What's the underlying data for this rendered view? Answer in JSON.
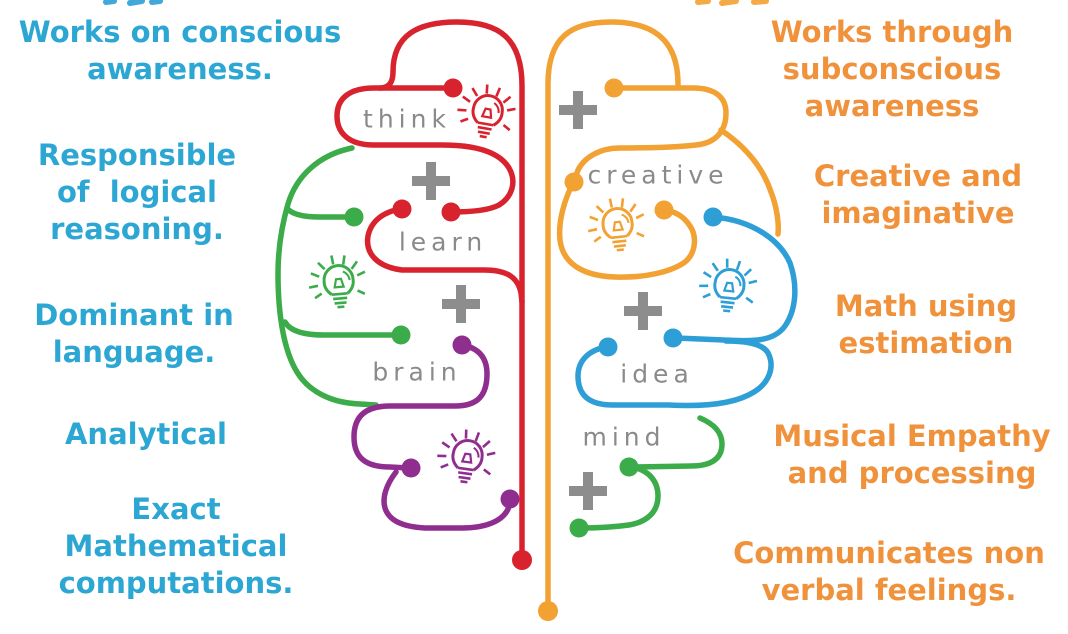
{
  "colors": {
    "left_text": "#2CA6D2",
    "right_text": "#F0923C",
    "red": "#D8232F",
    "green": "#3BAC49",
    "purple": "#8F2E8F",
    "orange": "#F2A133",
    "blue": "#2E9FD6",
    "label_gray": "#8A8A8A",
    "plus_gray": "#8D8D8D"
  },
  "left_panel": {
    "blocks": [
      {
        "lines": [
          "Works on conscious",
          "awareness."
        ]
      },
      {
        "lines": [
          "Responsible",
          "of  logical",
          "reasoning."
        ]
      },
      {
        "lines": [
          "Dominant in",
          "language."
        ]
      },
      {
        "lines": [
          "Analytical"
        ]
      },
      {
        "lines": [
          "Exact",
          "Mathematical",
          "computations."
        ]
      }
    ]
  },
  "right_panel": {
    "blocks": [
      {
        "lines": [
          "Works through",
          "subconscious",
          "awareness"
        ]
      },
      {
        "lines": [
          "Creative and",
          "imaginative"
        ]
      },
      {
        "lines": [
          "Math using",
          "estimation"
        ]
      },
      {
        "lines": [
          "Musical Empathy",
          "and processing"
        ]
      },
      {
        "lines": [
          "Communicates non",
          "verbal feelings."
        ]
      }
    ]
  },
  "brain": {
    "labels": [
      "think",
      "learn",
      "brain",
      "creative",
      "idea",
      "mind"
    ],
    "icons": [
      "lightbulb-icon",
      "plus-icon",
      "node-dot"
    ]
  }
}
